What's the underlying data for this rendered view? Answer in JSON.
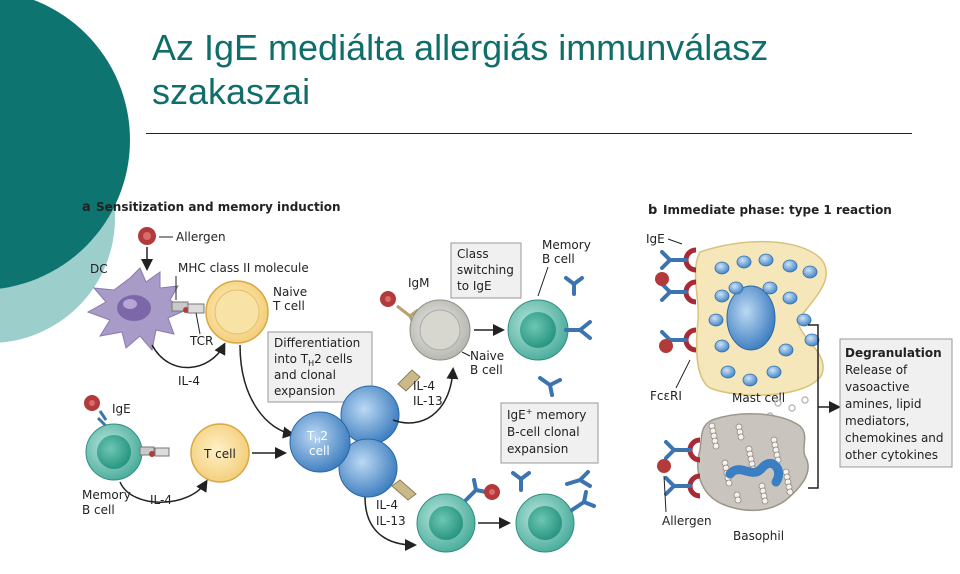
{
  "slide": {
    "title": "Az IgE mediálta allergiás immunválasz szakaszai"
  },
  "panel_a": {
    "heading_letter": "a",
    "heading": "Sensitization and memory induction",
    "labels": {
      "allergen": "Allergen",
      "dc": "DC",
      "mhc": "MHC class II molecule",
      "tcr": "TCR",
      "naive_t_1": "Naive",
      "naive_t_2": "T cell",
      "il4_a": "IL-4",
      "diff_1": "Differentiation",
      "diff_2": "into T",
      "diff_2_sub": "H",
      "diff_2_end": "2 cells",
      "diff_3": "and clonal",
      "diff_4": "expansion",
      "th2_main": "T",
      "th2_sub": "H",
      "th2_end": "2",
      "th2_cell": "cell",
      "class_1": "Class",
      "class_2": "switching",
      "class_3": "to IgE",
      "igm": "IgM",
      "memory_b_1": "Memory",
      "memory_b_2": "B cell",
      "naive_b_1": "Naive",
      "naive_b_2": "B cell",
      "il4_b": "IL-4",
      "il13_b": "IL-13",
      "ige_left": "IgE",
      "t_cell": "T cell",
      "memory_b_left_1": "Memory",
      "memory_b_left_2": "B cell",
      "il4_c": "IL-4",
      "ige_mem_1": "IgE",
      "ige_mem_sup": "+",
      "ige_mem_1_end": " memory",
      "ige_mem_2": "B-cell clonal",
      "ige_mem_3": "expansion",
      "il4_d": "IL-4",
      "il13_d": "IL-13"
    }
  },
  "panel_b": {
    "heading_letter": "b",
    "heading": "Immediate phase: type 1 reaction",
    "labels": {
      "ige": "IgE",
      "fceri": "FcεRI",
      "mast_cell": "Mast cell",
      "allergen": "Allergen",
      "basophil": "Basophil",
      "degran_title": "Degranulation",
      "degran_1": "Release of",
      "degran_2": "vasoactive",
      "degran_3": "amines, lipid",
      "degran_4": "mediators,",
      "degran_5": "chemokines and",
      "degran_6": "other cytokines"
    }
  },
  "colors": {
    "title": "#0f6e6a",
    "teal_dark": "#0e7470",
    "teal_light": "#9ccfcc",
    "cell_teal": "#4aaf9f",
    "cell_blue": "#3a82c4",
    "dc_purple": "#a99bc8",
    "t_cell_yellow": "#f2cf7a",
    "allergen_red": "#b23a3a",
    "mast_fill": "#f6e7bb",
    "basophil_fill": "#c9c4bd"
  }
}
